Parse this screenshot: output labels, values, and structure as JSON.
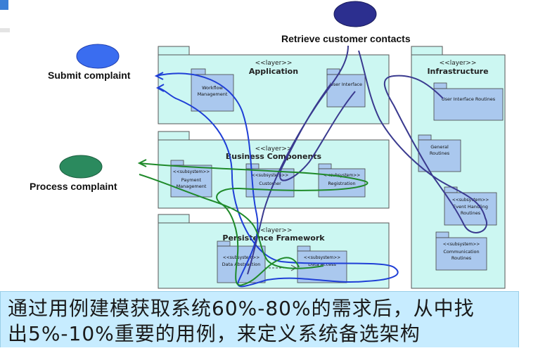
{
  "actors": [
    {
      "label": "Submit complaint",
      "color": "#3a6df0"
    },
    {
      "label": "Retrieve customer contacts",
      "color": "#2c2f8f"
    },
    {
      "label": "Process complaint",
      "color": "#2b8a5e"
    }
  ],
  "layers": {
    "application": {
      "stereo": "<<layer>>",
      "name": "Application"
    },
    "business": {
      "stereo": "<<layer>>",
      "name": "Business Components"
    },
    "persistence": {
      "stereo": "<<layer>>",
      "name": "Persistence Framework"
    },
    "infrastructure": {
      "stereo": "<<layer>>",
      "name": "Infrastructure"
    }
  },
  "subsystems": {
    "workflow": [
      "Workflow",
      "Management"
    ],
    "user_interface": [
      "User Interface"
    ],
    "payment": [
      "<<subsystem>>",
      "Payment",
      "Management"
    ],
    "customer": [
      "<<subsystem>>",
      "Customer"
    ],
    "registration": [
      "<<subsystem>>",
      "Registration"
    ],
    "data_abstraction": [
      "<<subsystem>>",
      "Data Abstraction"
    ],
    "data_access": [
      "<<subsystem>>",
      "Data Access"
    ],
    "ui_routines": [
      "User Interface Routines"
    ],
    "general_routines": [
      "General",
      "Routines"
    ],
    "event_handling": [
      "<<subsystem>>",
      "Event Handling",
      "Routines"
    ],
    "communication": [
      "<<subsystem>>",
      "Communication",
      "Routines"
    ]
  },
  "caption": {
    "line1": "通过用例建模获取系统60%-80%的需求后，从中找",
    "line2": "出5%-10%重要的用例，来定义系统备选架构"
  },
  "colors": {
    "layer_fill": "#ccf7f2",
    "sub_fill": "#aac8ee",
    "blue_path": "#1f3fd6",
    "navy_path": "#3a3a8f",
    "green_path": "#1f8a2a"
  }
}
